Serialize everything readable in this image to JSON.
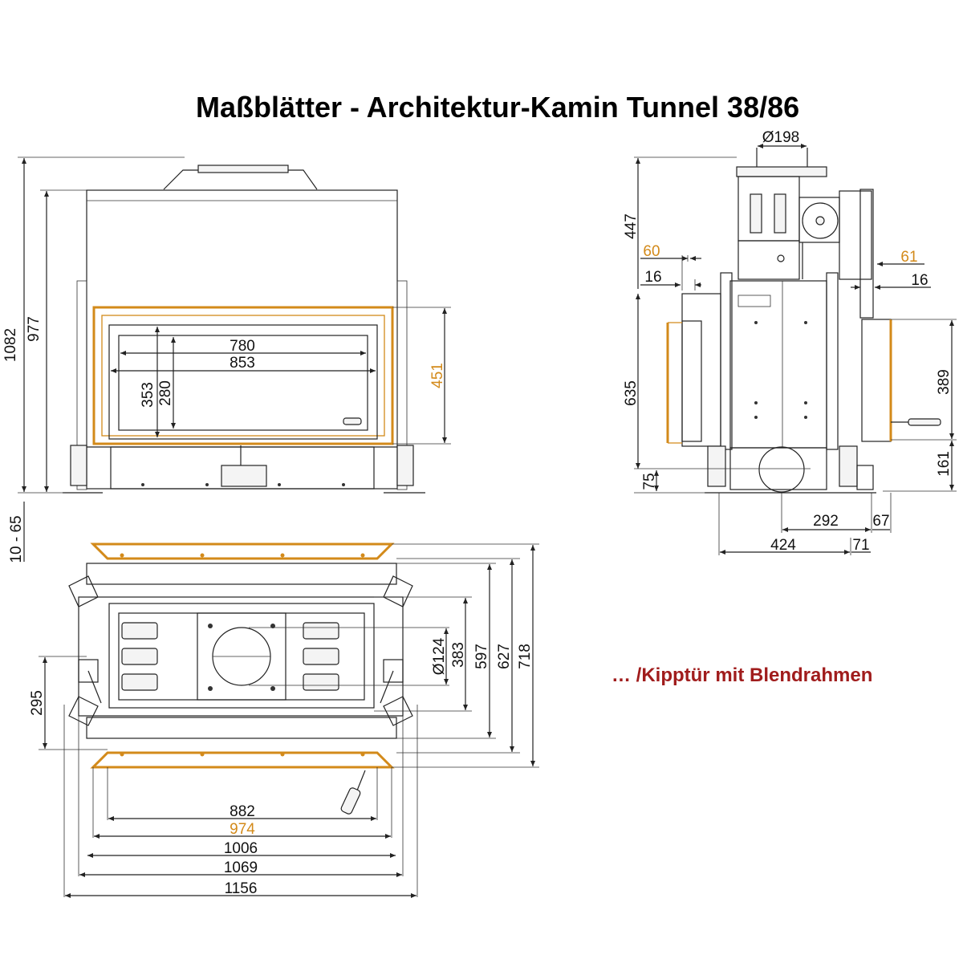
{
  "title": "Maßblätter - Architektur-Kamin Tunnel 38/86",
  "subtitle": "… /Kipptür mit Blendrahmen",
  "front_view": {
    "height_total": "1082",
    "height_body": "977",
    "feet": "10 - 65",
    "window_width_inner": "780",
    "window_width_outer": "853",
    "window_height_outer": "353",
    "window_height_inner": "280",
    "frame_height": "451"
  },
  "side_view": {
    "flue_diameter": "Ø198",
    "top_height": "447",
    "frame_depth_left": "60",
    "offset_left": "16",
    "frame_depth_right": "61",
    "offset_right": "16",
    "body_height": "635",
    "base_height": "75",
    "frame_height_right": "389",
    "bottom_height_right": "161",
    "depth_rear": "292",
    "depth_total": "424",
    "offset_67": "67",
    "offset_71": "71"
  },
  "top_view": {
    "flue_diameter": "Ø124",
    "depth_383": "383",
    "depth_597": "597",
    "depth_627": "627",
    "depth_718": "718",
    "side_295": "295",
    "width_882": "882",
    "width_974": "974",
    "width_1006": "1006",
    "width_1069": "1069",
    "width_1156": "1156"
  },
  "colors": {
    "frame": "#d38a1a",
    "subtitle": "#a01c1c",
    "line": "#222222"
  }
}
